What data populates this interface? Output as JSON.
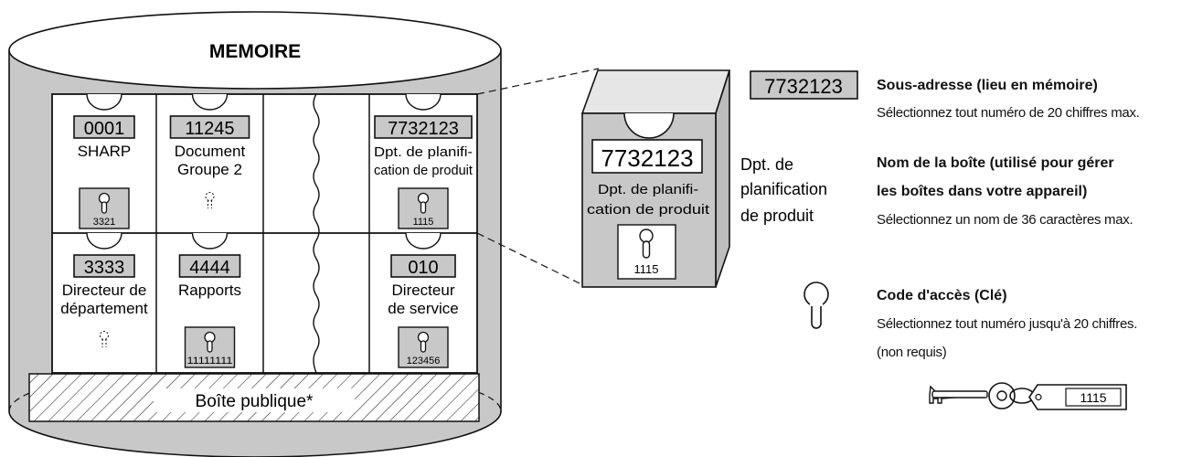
{
  "memory": {
    "title": "MEMOIRE",
    "public_box": "Boîte publique*",
    "boxes": [
      {
        "number": "0001",
        "name_lines": [
          "SHARP"
        ],
        "key_code": "3321",
        "has_lock": true
      },
      {
        "number": "11245",
        "name_lines": [
          "Document",
          "Groupe 2"
        ],
        "key_code": "",
        "has_lock": false
      },
      {
        "number": "7732123",
        "name_lines": [
          "Dpt. de planifi-",
          "cation de produit"
        ],
        "key_code": "1115",
        "has_lock": true
      },
      {
        "number": "3333",
        "name_lines": [
          "Directeur de",
          "département"
        ],
        "key_code": "",
        "has_lock": false
      },
      {
        "number": "4444",
        "name_lines": [
          "Rapports"
        ],
        "key_code": "11111111",
        "has_lock": true
      },
      {
        "number": "010",
        "name_lines": [
          "Directeur",
          "de service"
        ],
        "key_code": "123456",
        "has_lock": true
      }
    ]
  },
  "detail": {
    "number": "7732123",
    "name_lines": [
      "Dpt. de planifi-",
      "cation de produit"
    ],
    "key_code": "1115",
    "caption_lines": [
      "Dpt. de",
      "planification",
      "de produit"
    ]
  },
  "legend": {
    "subaddress_sample": "7732123",
    "subaddress_title": "Sous-adresse (lieu en mémoire)",
    "subaddress_desc": "Sélectionnez tout numéro de 20 chiffres max.",
    "name_title_lines": [
      "Nom de la boîte (utilisé pour gérer",
      "les boîtes dans votre appareil)"
    ],
    "name_desc": "Sélectionnez un nom de 36 caractères max.",
    "access_title": "Code d'accès (Clé)",
    "access_desc_lines": [
      "Sélectionnez tout numéro jusqu'à 20 chiffres.",
      "(non requis)"
    ],
    "key_tag": "1115"
  },
  "colors": {
    "box_fill": "#c8c8c8",
    "line": "#111111",
    "background": "#ffffff"
  }
}
